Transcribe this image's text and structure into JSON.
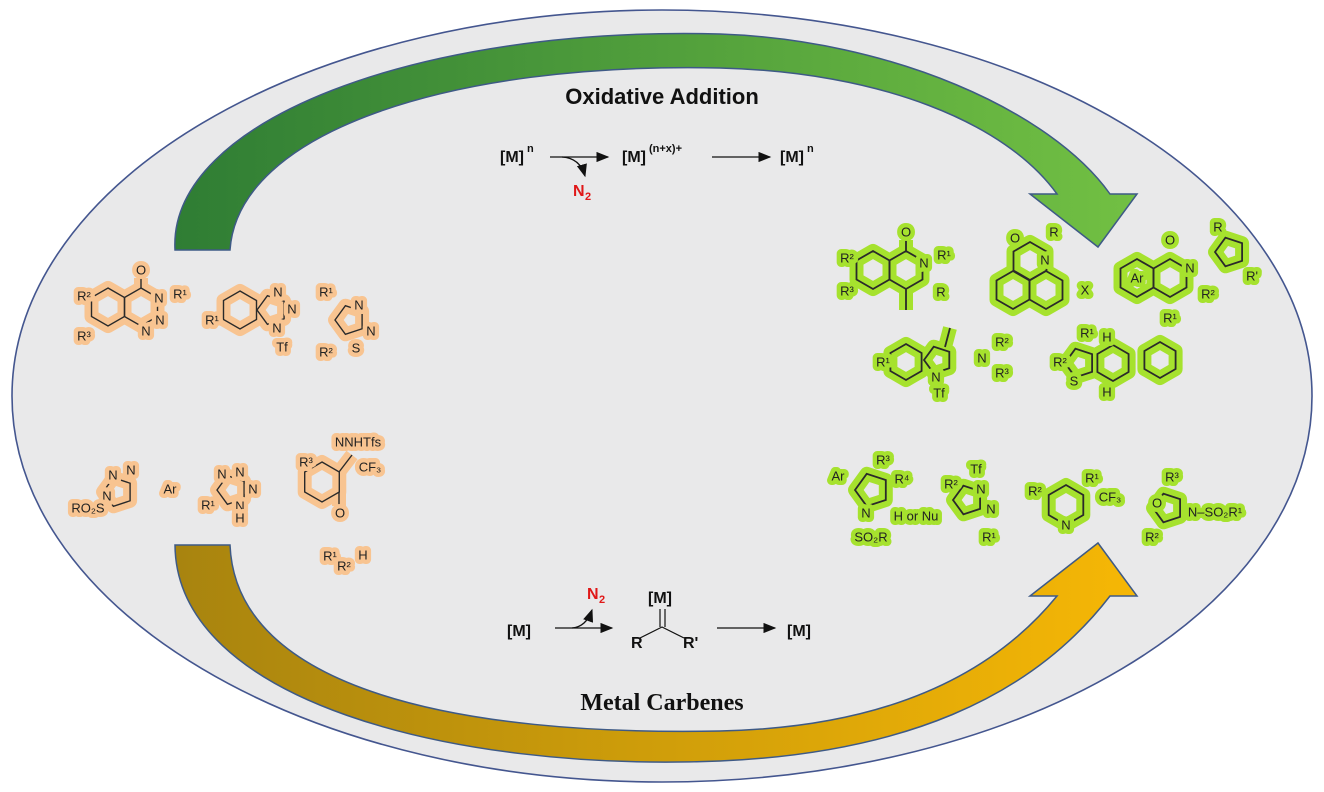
{
  "colors": {
    "ellipse_fill": "#e9e9ea",
    "ellipse_stroke": "#44568f",
    "green_arrow": "#5aa83a",
    "gold_arrow": "#e8ac0a",
    "n2": "#e01818",
    "substrate_highlight": "#f8c491",
    "product_highlight": "#a6e22e"
  },
  "top": {
    "title": "Oxidative Addition",
    "eq": {
      "m1": "[M]",
      "m1_sup": "n",
      "m2": "[M]",
      "m2_sup": "(n+x)+",
      "m3": "[M]",
      "m3_sup": "n",
      "n2": "N",
      "n2_sub": "2"
    }
  },
  "bottom": {
    "title": "Metal Carbenes",
    "eq": {
      "m1": "[M]",
      "n2": "N",
      "n2_sub": "2",
      "carbene_m": "[M]",
      "r": "R",
      "r_prime": "R'",
      "m3": "[M]"
    }
  },
  "substrates": [
    {
      "labels": [
        "R²",
        "R³",
        "O",
        "N",
        "R¹",
        "N",
        "N"
      ]
    },
    {
      "labels": [
        "R¹",
        "N",
        "N",
        "N",
        "Tf"
      ]
    },
    {
      "labels": [
        "R¹",
        "R²",
        "N",
        "N",
        "S"
      ]
    },
    {
      "labels": [
        "N",
        "N",
        "N",
        "Ar",
        "RO₂S"
      ]
    },
    {
      "labels": [
        "N",
        "N",
        "N",
        "N",
        "R¹",
        "H"
      ]
    },
    {
      "labels": [
        "R³",
        "NNHTfs",
        "CF₃",
        "O",
        "R¹",
        "R²",
        "H"
      ]
    }
  ],
  "products": [
    {
      "labels": [
        "R²",
        "R³",
        "O",
        "N",
        "R¹",
        "R"
      ]
    },
    {
      "labels": [
        "O",
        "N",
        "R",
        "X"
      ]
    },
    {
      "labels": [
        "Ar",
        "O",
        "N",
        "R",
        "R¹",
        "R²",
        "R'"
      ]
    },
    {
      "labels": [
        "R¹",
        "N",
        "Tf",
        "N",
        "R²",
        "R³"
      ]
    },
    {
      "labels": [
        "R¹",
        "R²",
        "S",
        "H",
        "H"
      ]
    },
    {
      "labels": [
        "Ar",
        "R³",
        "R⁴",
        "N",
        "H or Nu",
        "SO₂R"
      ]
    },
    {
      "labels": [
        "Tf",
        "R²",
        "N",
        "N",
        "R¹"
      ]
    },
    {
      "labels": [
        "R²",
        "R¹",
        "CF₃",
        "N"
      ]
    },
    {
      "labels": [
        "O",
        "R³",
        "N–SO₂R¹",
        "R²"
      ]
    }
  ]
}
